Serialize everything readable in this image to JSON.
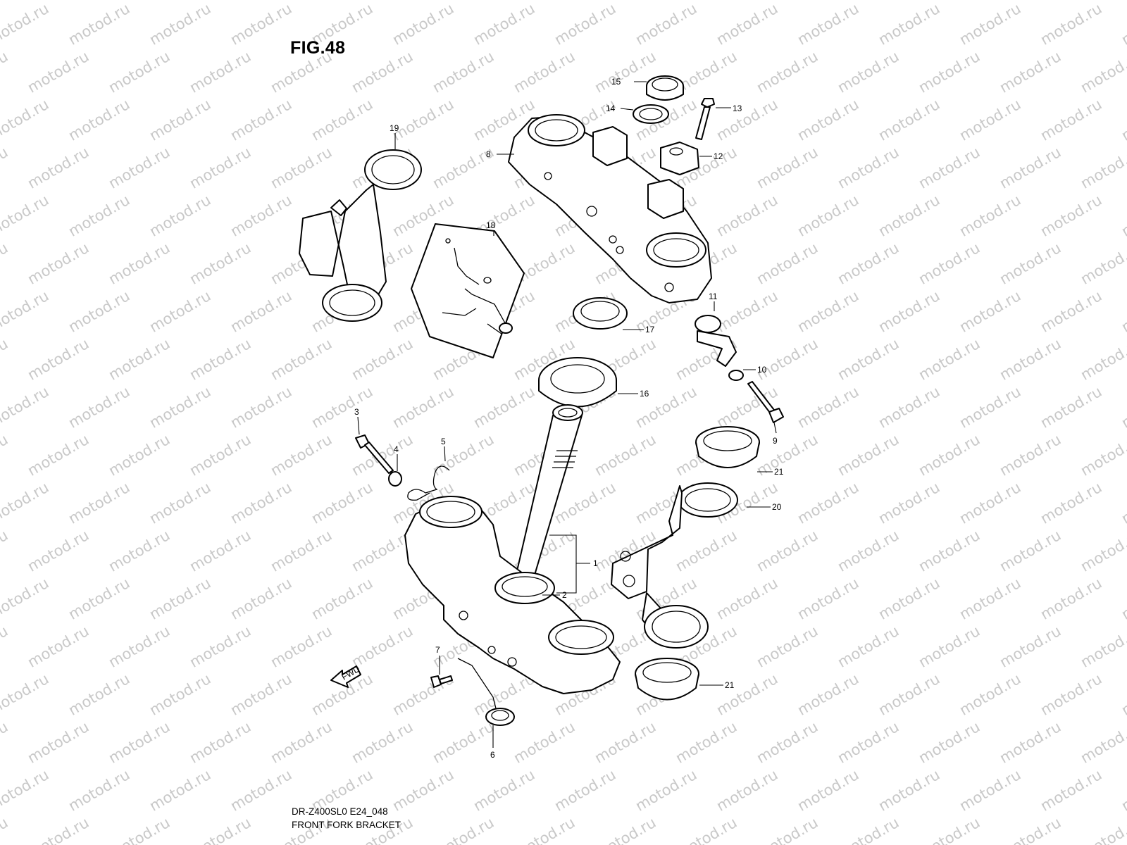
{
  "figure": {
    "title": "FIG.48",
    "model_code": "DR-Z400SL0 E24_048",
    "section_name": "FRONT FORK BRACKET",
    "direction_marker": "FWD"
  },
  "watermark": {
    "text": "motod.ru",
    "color": "#c9c9c9"
  },
  "callouts": [
    {
      "id": "c1",
      "label": "1"
    },
    {
      "id": "c2",
      "label": "2"
    },
    {
      "id": "c3",
      "label": "3"
    },
    {
      "id": "c4",
      "label": "4"
    },
    {
      "id": "c5",
      "label": "5"
    },
    {
      "id": "c6",
      "label": "6"
    },
    {
      "id": "c7",
      "label": "7"
    },
    {
      "id": "c8",
      "label": "8"
    },
    {
      "id": "c9",
      "label": "9"
    },
    {
      "id": "c10",
      "label": "10"
    },
    {
      "id": "c11",
      "label": "11"
    },
    {
      "id": "c12",
      "label": "12"
    },
    {
      "id": "c13",
      "label": "13"
    },
    {
      "id": "c14",
      "label": "14"
    },
    {
      "id": "c15",
      "label": "15"
    },
    {
      "id": "c16",
      "label": "16"
    },
    {
      "id": "c17",
      "label": "17"
    },
    {
      "id": "c18",
      "label": "18"
    },
    {
      "id": "c19",
      "label": "19"
    },
    {
      "id": "c20",
      "label": "20"
    },
    {
      "id": "c21a",
      "label": "21"
    },
    {
      "id": "c21b",
      "label": "21"
    }
  ]
}
